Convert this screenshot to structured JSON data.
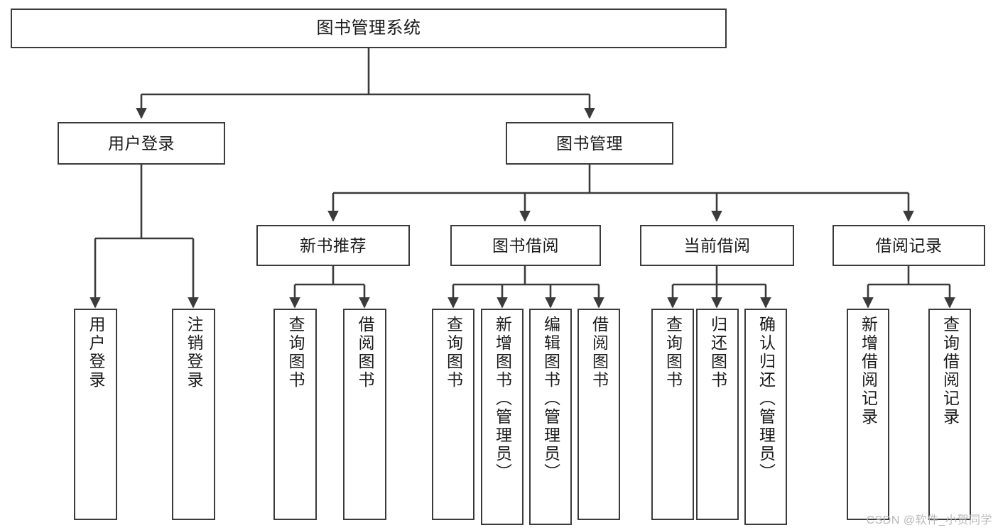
{
  "diagram": {
    "title": "图书管理系统",
    "type": "tree-hierarchy",
    "stroke_color": "#3b3b3b",
    "fill_color": "#ffffff",
    "text_color": "#1b1b1b",
    "watermark": "CSDN @软件_小贺同学"
  },
  "nodes": {
    "root": {
      "label": "图书管理系统"
    },
    "level2": [
      {
        "label": "用户登录"
      },
      {
        "label": "图书管理"
      }
    ],
    "level3": [
      {
        "label": "新书推荐"
      },
      {
        "label": "图书借阅"
      },
      {
        "label": "当前借阅"
      },
      {
        "label": "借阅记录"
      }
    ],
    "leaves": {
      "user_login": [
        {
          "label": "用户登录"
        },
        {
          "label": "注销登录"
        }
      ],
      "new_book_recommend": [
        {
          "label": "查询图书"
        },
        {
          "label": "借阅图书"
        }
      ],
      "book_borrow": [
        {
          "label": "查询图书"
        },
        {
          "label": "新增图书（管理员）"
        },
        {
          "label": "编辑图书（管理员）"
        },
        {
          "label": "借阅图书"
        }
      ],
      "current_borrow": [
        {
          "label": "查询图书"
        },
        {
          "label": "归还图书"
        },
        {
          "label": "确认归还（管理员）"
        }
      ],
      "borrow_records": [
        {
          "label": "新增借阅记录"
        },
        {
          "label": "查询借阅记录"
        }
      ]
    }
  }
}
